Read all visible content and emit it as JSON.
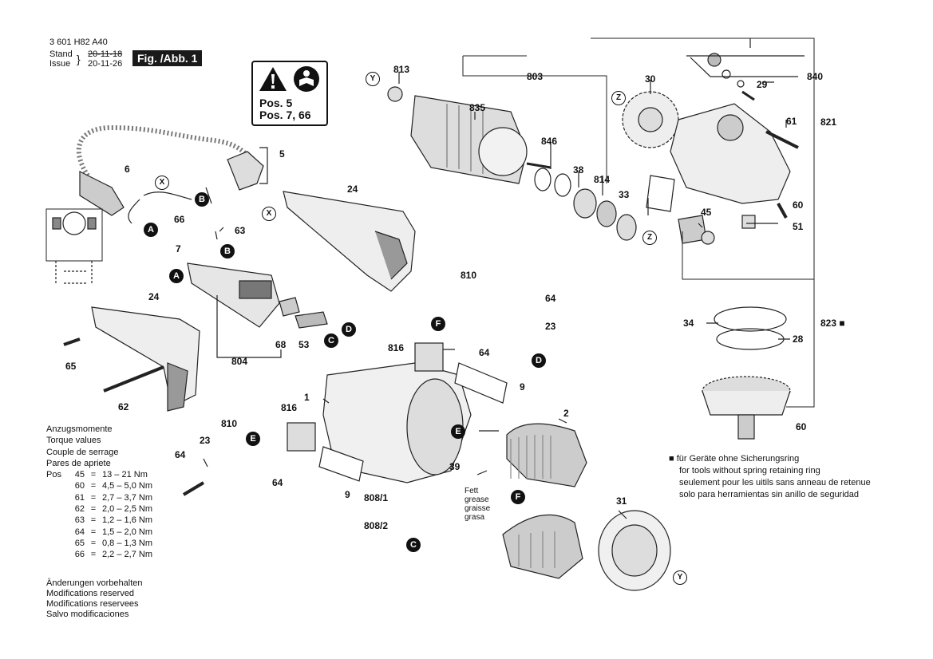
{
  "header": {
    "part_number": "3 601 H82 A40",
    "stand_label": "Stand",
    "issue_label": "Issue",
    "stand_date_struck": "20-11-18",
    "issue_date": "20-11-26",
    "figure": "Fig. /Abb. 1"
  },
  "warning": {
    "line1": "Pos. 5",
    "line2": "Pos. 7, 66"
  },
  "part_labels": {
    "p1": "1",
    "p2": "2",
    "p5": "5",
    "p6": "6",
    "p7": "7",
    "p9a": "9",
    "p9b": "9",
    "p23a": "23",
    "p23b": "23",
    "p24a": "24",
    "p24b": "24",
    "p28": "28",
    "p29": "29",
    "p30": "30",
    "p31": "31",
    "p33": "33",
    "p34": "34",
    "p38": "38",
    "p39": "39",
    "p45": "45",
    "p51": "51",
    "p53": "53",
    "p60a": "60",
    "p60b": "60",
    "p61": "61",
    "p62": "62",
    "p63": "63",
    "p64a": "64",
    "p64b": "64",
    "p64c": "64",
    "p64d": "64",
    "p65": "65",
    "p66": "66",
    "p68": "68",
    "p803": "803",
    "p804": "804",
    "p808_1": "808/1",
    "p808_2": "808/2",
    "p810a": "810",
    "p810b": "810",
    "p813": "813",
    "p814": "814",
    "p816a": "816",
    "p816b": "816",
    "p821": "821",
    "p823": "823",
    "p835": "835",
    "p840": "840",
    "p846": "846"
  },
  "connectors": {
    "A": "A",
    "B": "B",
    "C": "C",
    "D": "D",
    "E": "E",
    "F": "F"
  },
  "refs": {
    "X": "X",
    "Y": "Y",
    "Z": "Z"
  },
  "grease": [
    "Fett",
    "grease",
    "graisse",
    "grasa"
  ],
  "torque": {
    "titles": [
      "Anzugsmomente",
      "Torque values",
      "Couple de serrage",
      "Pares de apriete"
    ],
    "pos_label": "Pos",
    "rows": [
      {
        "pos": "45",
        "eq": "=",
        "val": "13 – 21 Nm"
      },
      {
        "pos": "60",
        "eq": "=",
        "val": "4,5 – 5,0 Nm"
      },
      {
        "pos": "61",
        "eq": "=",
        "val": "2,7 – 3,7 Nm"
      },
      {
        "pos": "62",
        "eq": "=",
        "val": "2,0 – 2,5 Nm"
      },
      {
        "pos": "63",
        "eq": "=",
        "val": "1,2 – 1,6 Nm"
      },
      {
        "pos": "64",
        "eq": "=",
        "val": "1,5 – 2,0 Nm"
      },
      {
        "pos": "65",
        "eq": "=",
        "val": "0,8 – 1,3 Nm"
      },
      {
        "pos": "66",
        "eq": "=",
        "val": "2,2 – 2,7 Nm"
      }
    ]
  },
  "modifications": [
    "Änderungen vorbehalten",
    "Modifications reserved",
    "Modifications reservees",
    "Salvo modificaciones"
  ],
  "footnote": {
    "marker": "■",
    "lines": [
      "für Geräte ohne Sicherungsring",
      "for tools without spring retaining ring",
      "seulement pour les uitils sans anneau de retenue",
      "solo para herramientas sin anillo de seguridad"
    ]
  }
}
